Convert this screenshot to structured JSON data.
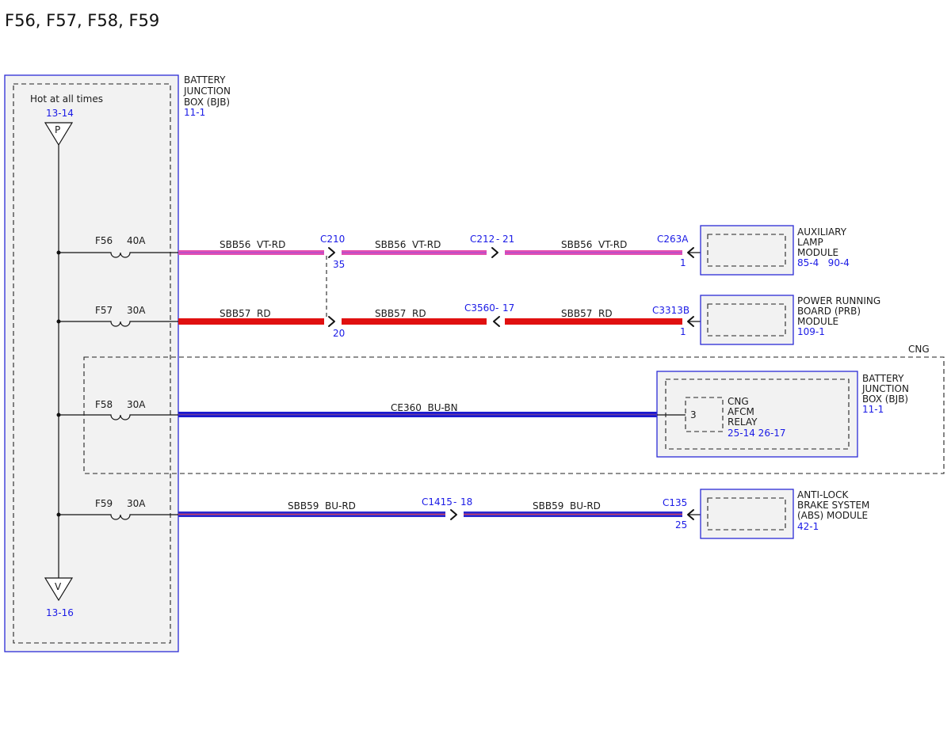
{
  "title": "F56, F57, F58, F59",
  "colors": {
    "accent_blue": "#1a1ae6",
    "box_outline": "#2b2bd6",
    "wire_vt_rd": [
      "#e54fb0",
      "#b04fd0"
    ],
    "wire_rd": "#e01010",
    "wire_bu_bn": [
      "#1a1ad0",
      "#6a3aa0"
    ],
    "wire_bu_rd": [
      "#2a2ad0",
      "#d04060"
    ]
  },
  "bjb": {
    "name_lines": [
      "BATTERY",
      "JUNCTION",
      "BOX (BJB)"
    ],
    "ref": "11-1",
    "hot_label": "Hot at all times",
    "top_pin": "13-14",
    "top_symbol": "P",
    "bottom_pin": "13-16",
    "bottom_symbol": "V"
  },
  "fuses": [
    {
      "id": "F56",
      "rating": "40A"
    },
    {
      "id": "F57",
      "rating": "30A"
    },
    {
      "id": "F58",
      "rating": "30A"
    },
    {
      "id": "F59",
      "rating": "30A"
    }
  ],
  "wires": {
    "f56": {
      "seg1": "SBB56  VT-RD",
      "seg2": "SBB56  VT-RD",
      "seg3": "SBB56  VT-RD"
    },
    "f57": {
      "seg1": "SBB57  RD",
      "seg2": "SBB57  RD",
      "seg3": "SBB57  RD"
    },
    "f58": {
      "seg1": "CE360  BU-BN"
    },
    "f59": {
      "seg1": "SBB59  BU-RD",
      "seg2": "SBB59  BU-RD"
    }
  },
  "connectors": {
    "c210": {
      "name": "C210",
      "pin_a": "35",
      "pin_b": "20"
    },
    "c212": {
      "name": "C212",
      "pin": "21"
    },
    "c263a": {
      "name": "C263A",
      "pin": "1"
    },
    "c3560": {
      "name": "C3560",
      "pin": "17"
    },
    "c3313b": {
      "name": "C3313B",
      "pin": "1"
    },
    "c1415": {
      "name": "C1415",
      "pin": "18"
    },
    "c135": {
      "name": "C135",
      "pin": "25"
    }
  },
  "modules": {
    "aux_lamp": {
      "name_lines": [
        "AUXILIARY",
        "LAMP",
        "MODULE"
      ],
      "refs": "85-4   90-4"
    },
    "prb": {
      "name_lines": [
        "POWER RUNNING",
        "BOARD (PRB)",
        "MODULE"
      ],
      "ref": "109-1"
    },
    "bjb_cng": {
      "name_lines": [
        "BATTERY",
        "JUNCTION",
        "BOX (BJB)"
      ],
      "ref": "11-1"
    },
    "cng_relay": {
      "pin": "3",
      "name_lines": [
        "CNG",
        "AFCM",
        "RELAY"
      ],
      "refs": "25-14 26-17"
    },
    "abs": {
      "name_lines": [
        "ANTI-LOCK",
        "BRAKE SYSTEM",
        "(ABS) MODULE"
      ],
      "ref": "42-1"
    }
  },
  "cng_region_label": "CNG"
}
